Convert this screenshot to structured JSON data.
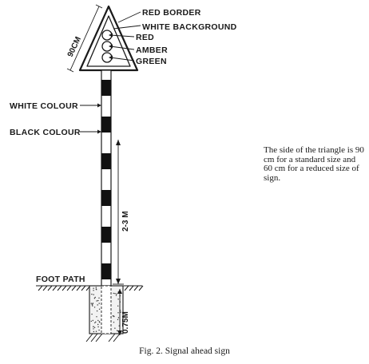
{
  "labels": {
    "red_border": "RED BORDER",
    "white_background": "WHITE BACKGROUND",
    "red": "RED",
    "amber": "AMBER",
    "green": "GREEN",
    "white_colour": "WHITE COLOUR",
    "black_colour": "BLACK COLOUR",
    "foot_path": "FOOT PATH"
  },
  "dimensions": {
    "triangle_side": "90CM",
    "pole_height": "2-3 M",
    "embedment_depth": "0.75M"
  },
  "note": "The side of the triangle is 90 cm for a standard size and 60 cm for a reduced size of sign.",
  "caption": "Fig. 2.   Signal ahead sign"
}
